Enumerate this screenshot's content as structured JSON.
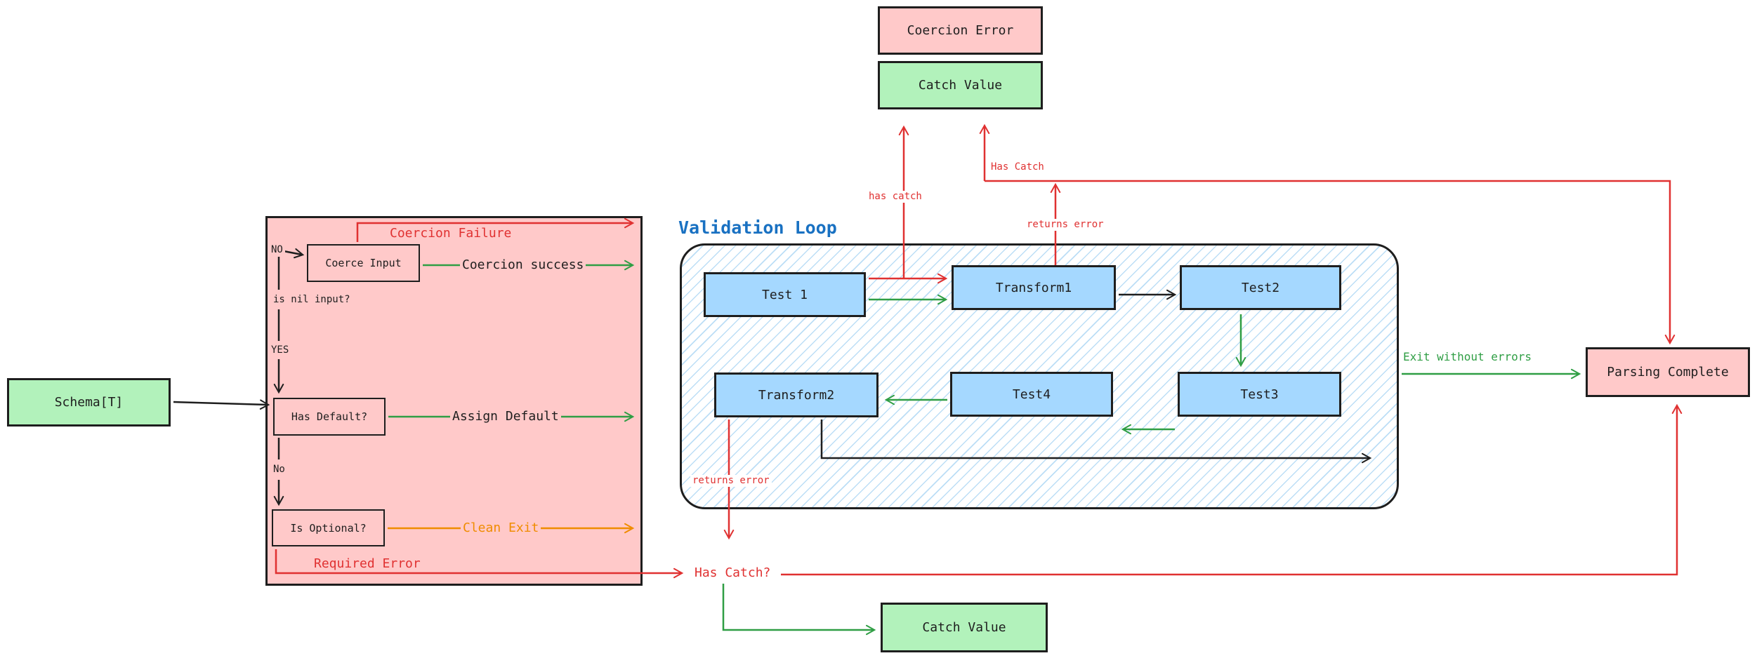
{
  "diagram": {
    "title": "Validation Loop",
    "nodes": {
      "coercion_error": {
        "label": "Coercion Error"
      },
      "catch_value_top": {
        "label": "Catch Value"
      },
      "schema": {
        "label": "Schema[T]"
      },
      "coerce_input": {
        "label": "Coerce Input"
      },
      "has_default": {
        "label": "Has Default?"
      },
      "is_optional": {
        "label": "Is Optional?"
      },
      "test1": {
        "label": "Test 1"
      },
      "transform1": {
        "label": "Transform1"
      },
      "test2": {
        "label": "Test2"
      },
      "test3": {
        "label": "Test3"
      },
      "test4": {
        "label": "Test4"
      },
      "transform2": {
        "label": "Transform2"
      },
      "parsing_complete": {
        "label": "Parsing Complete"
      },
      "catch_value_bottom": {
        "label": "Catch Value"
      }
    },
    "edge_labels": {
      "coercion_failure": "Coercion Failure",
      "coercion_success": "Coercion success",
      "no_upper": "NO",
      "is_nil_input": "is nil input?",
      "yes": "YES",
      "assign_default": "Assign Default",
      "no_lower": "No",
      "clean_exit": "Clean Exit",
      "required_error": "Required Error",
      "has_catch": "has catch",
      "has_catch_top": "Has Catch",
      "returns_error_top": "returns error",
      "returns_error_bottom": "returns error",
      "exit_without_errors": "Exit without errors",
      "has_catch_question": "Has Catch?"
    },
    "colors": {
      "error_red": "#e03131",
      "success_green": "#2f9e44",
      "warning_orange": "#f08c00",
      "title_blue": "#1971c2",
      "node_pink": "#ffc9c9",
      "node_green": "#b2f2bb",
      "node_blue": "#a5d8ff",
      "stroke_dark": "#1e1e1e"
    }
  }
}
